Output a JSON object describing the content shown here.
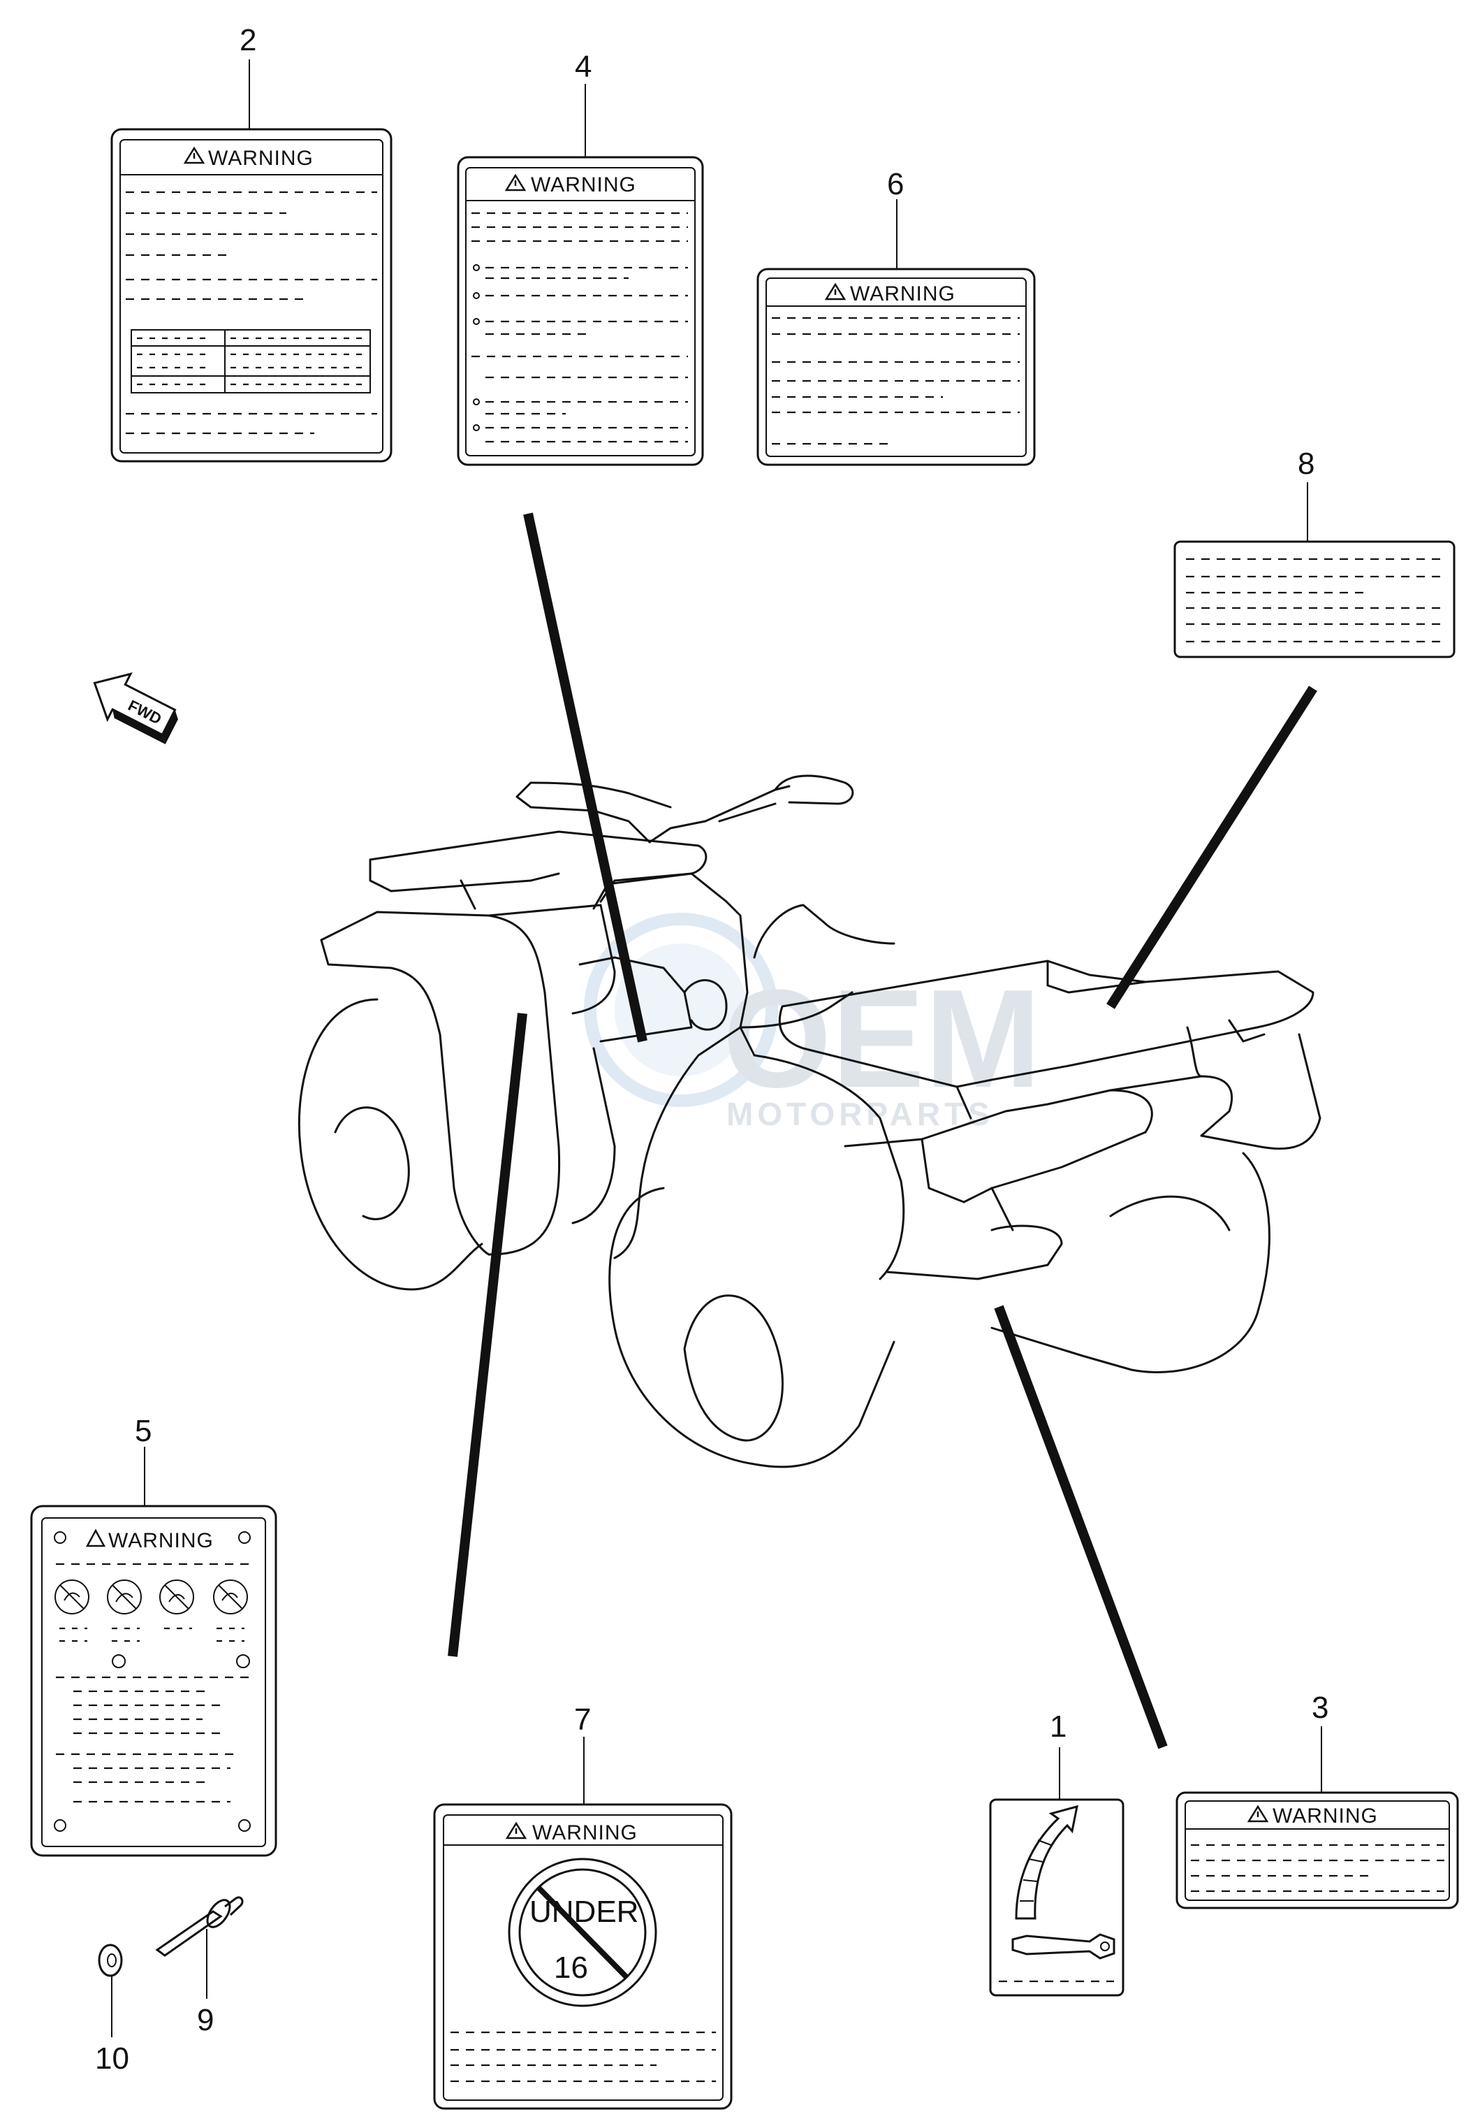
{
  "diagram": {
    "callouts": [
      "1",
      "2",
      "3",
      "4",
      "5",
      "6",
      "7",
      "8",
      "9",
      "10"
    ],
    "label_heading": "WARNING",
    "direction_marker": "FWD",
    "under_age_text": "UNDER",
    "under_age_number": "16",
    "watermark_brand": "OEM",
    "watermark_tagline": "MOTORPARTS"
  }
}
